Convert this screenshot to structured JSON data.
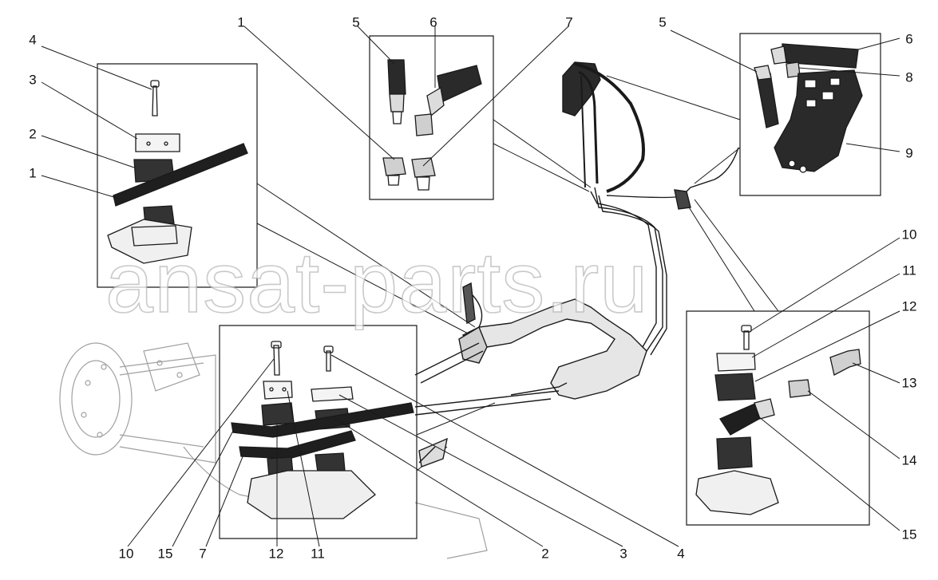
{
  "watermark": "ansat-parts.ru",
  "callouts": {
    "c01": "4",
    "c02": "3",
    "c03": "2",
    "c04": "1",
    "c05": "1",
    "c06": "5",
    "c07": "6",
    "c08": "7",
    "c09": "5",
    "c10": "6",
    "c11": "8",
    "c12": "9",
    "c13": "10",
    "c14": "11",
    "c15": "12",
    "c16": "13",
    "c17": "14",
    "c18": "15",
    "c19": "10",
    "c20": "15",
    "c21": "7",
    "c22": "12",
    "c23": "11",
    "c24": "2",
    "c25": "3",
    "c26": "4"
  },
  "colors": {
    "line": "#1a1a1a",
    "sketch": "#9a9a9a",
    "watermark_stroke": "#b8b8b8"
  }
}
